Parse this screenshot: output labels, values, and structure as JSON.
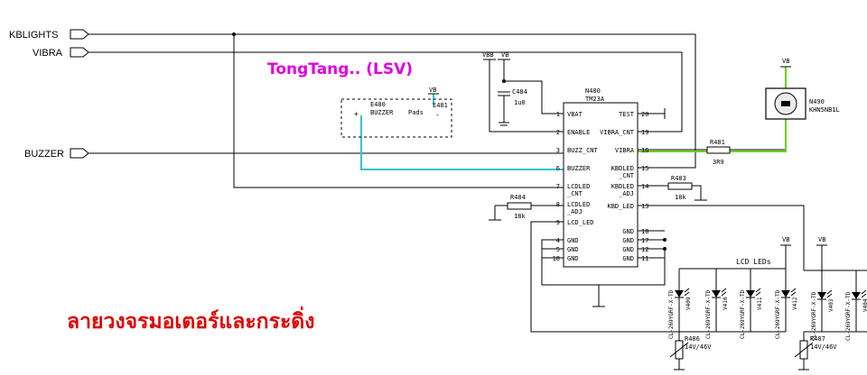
{
  "ports": {
    "kblights": "KBLIGHTS",
    "vibra": "VIBRA",
    "buzzer": "BUZZER"
  },
  "annotations": {
    "credit": "TongTang.. (LSV)",
    "credit_color": "#e000e0",
    "thai_caption": "ลายวงจรมอเตอร์และกระดิ่ง",
    "thai_color": "#e00000",
    "highlight_cyan": "#33c3d6",
    "highlight_green": "#66d400"
  },
  "ic": {
    "ref": "N480",
    "part": "TM23A",
    "left_pins": [
      {
        "num": "1",
        "name": "VBAT"
      },
      {
        "num": "2",
        "name": "ENABLE"
      },
      {
        "num": "3",
        "name": "BUZZ_CNT"
      },
      {
        "num": "6",
        "name": "BUZZER"
      },
      {
        "num": "7",
        "name": "LCDLED"
      },
      {
        "num": "",
        "name": "_CNT"
      },
      {
        "num": "8",
        "name": "LCDLED"
      },
      {
        "num": "",
        "name": "_ADJ"
      },
      {
        "num": "9",
        "name": "LCD_LED"
      },
      {
        "num": "4",
        "name": "GND"
      },
      {
        "num": "5",
        "name": "GND"
      },
      {
        "num": "18",
        "name": "GND"
      }
    ],
    "right_pins": [
      {
        "num": "20",
        "name": "TEST"
      },
      {
        "num": "19",
        "name": "VIBRA_CNT"
      },
      {
        "num": "16",
        "name": "VIBRA"
      },
      {
        "num": "15",
        "name": "KBDLED"
      },
      {
        "num": "",
        "name": "_CNT"
      },
      {
        "num": "14",
        "name": "KBDLED"
      },
      {
        "num": "",
        "name": "_ADJ"
      },
      {
        "num": "13",
        "name": "KBD_LED"
      },
      {
        "num": "18",
        "name": "GND"
      },
      {
        "num": "17",
        "name": "GND"
      },
      {
        "num": "12",
        "name": "GND"
      },
      {
        "num": "11",
        "name": "GND"
      }
    ]
  },
  "power_labels": {
    "vbb": "VBB",
    "vb": "VB"
  },
  "capacitor": {
    "ref": "C484",
    "value": "1u0"
  },
  "buzzer_part": {
    "ref": "E480",
    "name": "BUZZER",
    "pads": "Pads",
    "ref2": "E481",
    "plus": "+",
    "minus": "-"
  },
  "motor": {
    "ref": "N490",
    "part": "KHN5NB1L"
  },
  "resistors": {
    "r481": {
      "ref": "R481",
      "value": "3R9"
    },
    "r483": {
      "ref": "R483",
      "value": "18k"
    },
    "r484": {
      "ref": "R484",
      "value": "18k"
    },
    "r486": {
      "ref": "R486",
      "value": "14V/46V"
    },
    "r487": {
      "ref": "R487",
      "value": "14V/46V"
    }
  },
  "leds": {
    "group_label": "LCD LEDs",
    "part": "CL-269YGRF-X-TD",
    "lcd_refs": [
      "V409",
      "V410",
      "V411",
      "V412"
    ],
    "kbd_refs": [
      "V403",
      "V404"
    ]
  }
}
